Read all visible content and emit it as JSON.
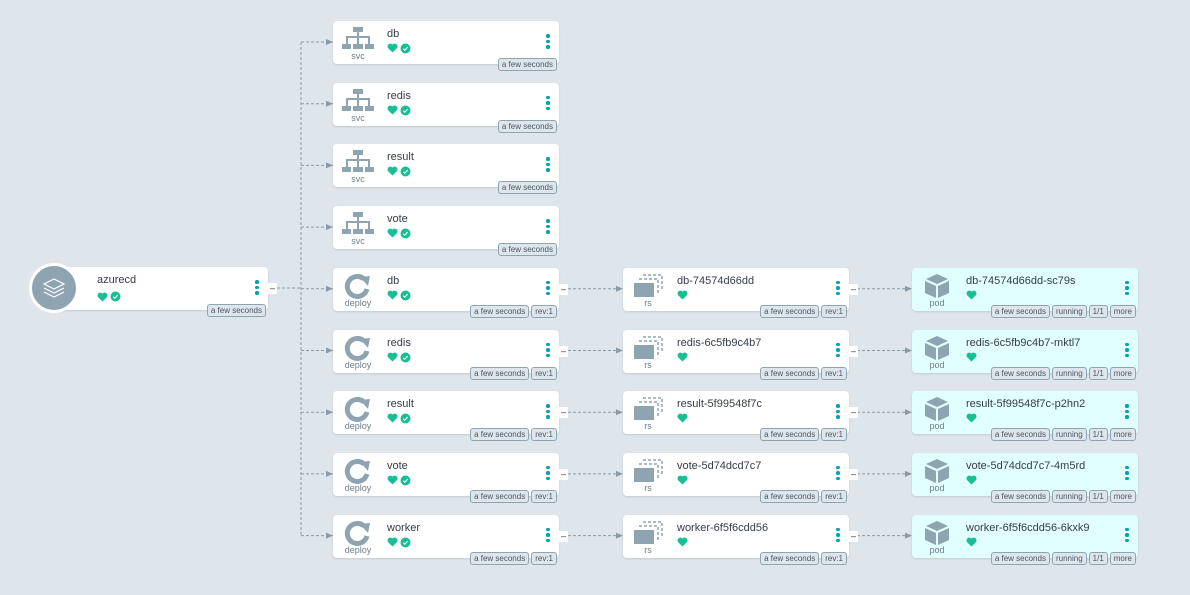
{
  "colors": {
    "healthy": "#18be94",
    "menu": "#00a2b3",
    "icon": "#8fa4b1"
  },
  "app": {
    "name": "azurecd",
    "age": "a few seconds",
    "health": "healthy",
    "sync": "synced"
  },
  "services": [
    {
      "kind": "svc",
      "name": "db",
      "age": "a few seconds"
    },
    {
      "kind": "svc",
      "name": "redis",
      "age": "a few seconds"
    },
    {
      "kind": "svc",
      "name": "result",
      "age": "a few seconds"
    },
    {
      "kind": "svc",
      "name": "vote",
      "age": "a few seconds"
    }
  ],
  "deployments": [
    {
      "kind": "deploy",
      "name": "db",
      "age": "a few seconds",
      "rev": "rev:1"
    },
    {
      "kind": "deploy",
      "name": "redis",
      "age": "a few seconds",
      "rev": "rev:1"
    },
    {
      "kind": "deploy",
      "name": "result",
      "age": "a few seconds",
      "rev": "rev:1"
    },
    {
      "kind": "deploy",
      "name": "vote",
      "age": "a few seconds",
      "rev": "rev:1"
    },
    {
      "kind": "deploy",
      "name": "worker",
      "age": "a few seconds",
      "rev": "rev:1"
    }
  ],
  "replicasets": [
    {
      "kind": "rs",
      "name": "db-74574d66dd",
      "age": "a few seconds",
      "rev": "rev:1"
    },
    {
      "kind": "rs",
      "name": "redis-6c5fb9c4b7",
      "age": "a few seconds",
      "rev": "rev:1"
    },
    {
      "kind": "rs",
      "name": "result-5f99548f7c",
      "age": "a few seconds",
      "rev": "rev:1"
    },
    {
      "kind": "rs",
      "name": "vote-5d74dcd7c7",
      "age": "a few seconds",
      "rev": "rev:1"
    },
    {
      "kind": "rs",
      "name": "worker-6f5f6cdd56",
      "age": "a few seconds",
      "rev": "rev:1"
    }
  ],
  "pods": [
    {
      "kind": "pod",
      "name": "db-74574d66dd-sc79s",
      "age": "a few seconds",
      "phase": "running",
      "ready": "1/1",
      "more": "more"
    },
    {
      "kind": "pod",
      "name": "redis-6c5fb9c4b7-mktl7",
      "age": "a few seconds",
      "phase": "running",
      "ready": "1/1",
      "more": "more"
    },
    {
      "kind": "pod",
      "name": "result-5f99548f7c-p2hn2",
      "age": "a few seconds",
      "phase": "running",
      "ready": "1/1",
      "more": "more"
    },
    {
      "kind": "pod",
      "name": "vote-5d74dcd7c7-4m5rd",
      "age": "a few seconds",
      "phase": "running",
      "ready": "1/1",
      "more": "more"
    },
    {
      "kind": "pod",
      "name": "worker-6f5f6cdd56-6kxk9",
      "age": "a few seconds",
      "phase": "running",
      "ready": "1/1",
      "more": "more"
    }
  ],
  "collapse_label": "–"
}
